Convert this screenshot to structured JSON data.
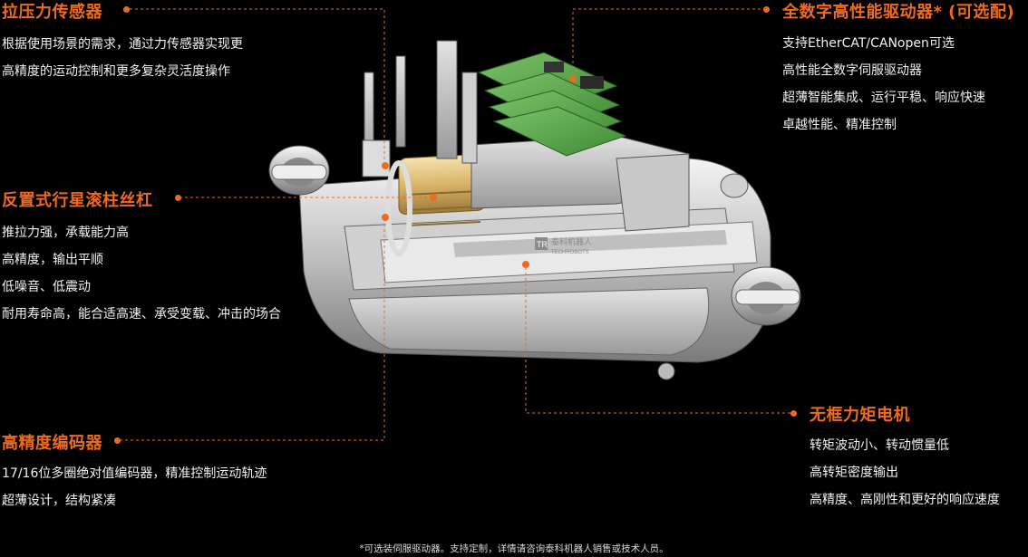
{
  "features": {
    "force_sensor": {
      "title": "拉压力传感器",
      "lines": [
        "根据使用场景的需求，通过力传感器实现更",
        "高精度的运动控制和更多复杂灵活度操作"
      ]
    },
    "roller_screw": {
      "title": "反置式行星滚柱丝杠",
      "lines": [
        "推拉力强，承载能力高",
        "高精度，输出平顺",
        "低噪音、低震动",
        "耐用寿命高，能合适高速、承受变载、冲击的场合"
      ]
    },
    "encoder": {
      "title": "高精度编码器",
      "lines": [
        "17/16位多圈绝对值编码器，精准控制运动轨迹",
        "超薄设计，结构紧凑"
      ]
    },
    "servo_drive": {
      "title": "全数字高性能驱动器* (可选配)",
      "lines": [
        "支持EtherCAT/CANopen可选",
        "高性能全数字伺服驱动器",
        "超薄智能集成、运行平稳、响应快速",
        "卓越性能、精准控制"
      ]
    },
    "frameless_motor": {
      "title": "无框力矩电机",
      "lines": [
        "转矩波动小、转动惯量低",
        "高转矩密度输出",
        "高精度、高刚性和更好的响应速度"
      ]
    }
  },
  "product": {
    "logo_text": "泰科机器人",
    "logo_sub": "TECHROBOTS",
    "logo_mark": "TR"
  },
  "footnote": "*可选装伺服驱动器。支持定制，详情请咨询泰科机器人销售或技术人员。",
  "colors": {
    "accent": "#ee6a1f",
    "background": "#000000",
    "pcb": "#5aa34a"
  }
}
